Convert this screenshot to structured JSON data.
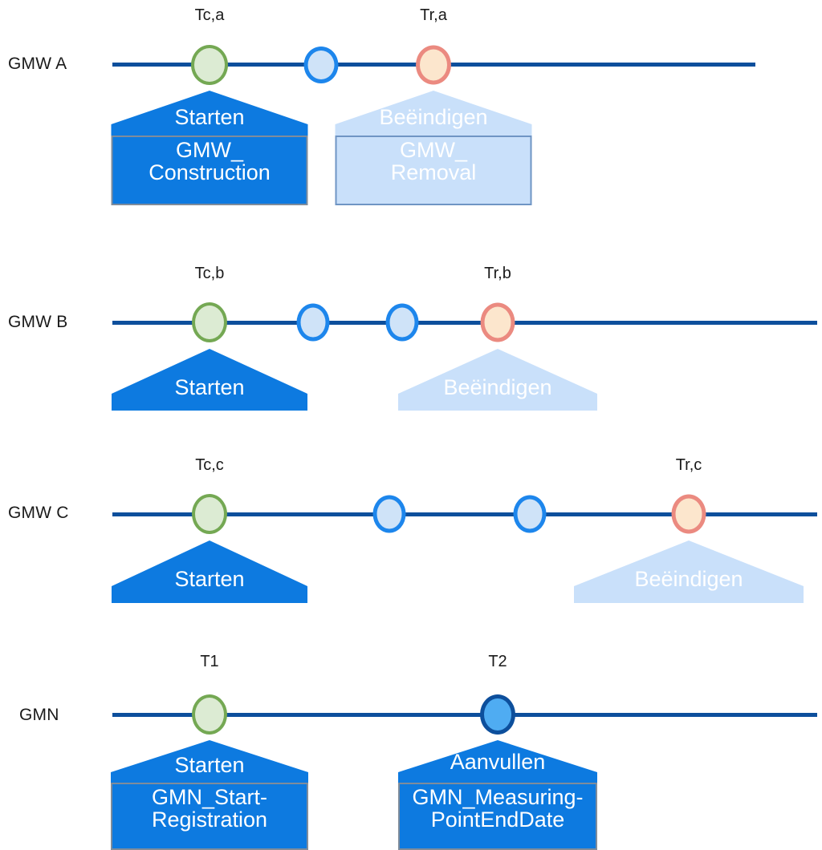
{
  "diagram": {
    "title_present": false,
    "colors": {
      "axis": "#0d4f9c",
      "solid_blue": "#0d7ae0",
      "light_blue": "#c9e0fa",
      "green_stroke": "#74a853",
      "green_fill": "#dcebd3",
      "blue_stroke": "#1d86ec",
      "blue_fill": "#cfe3f8",
      "red_stroke": "#eb8a80",
      "red_fill": "#fce6cd",
      "navy_stroke": "#0d4f9c",
      "navy_fill": "#4facf2",
      "box_border_gray": "#7f8c9b",
      "box_border_blue": "#6f95c4",
      "text_dark": "#1a1a1a",
      "text_white": "#ffffff"
    },
    "rows": [
      {
        "id": "gmw-a",
        "label": "GMW A",
        "ticks": [
          {
            "name": "tc-a",
            "text": "Tc,a"
          },
          {
            "name": "tr-a",
            "text": "Tr,a"
          }
        ],
        "markers": [
          {
            "name": "start-marker",
            "kind": "green"
          },
          {
            "name": "intermediate-marker",
            "kind": "blue"
          },
          {
            "name": "end-marker",
            "kind": "red"
          }
        ],
        "callouts": [
          {
            "name": "starten-gmw-construction",
            "style": "solid",
            "pentagon_label": "Starten",
            "box_lines": [
              "GMW_",
              "Construction"
            ]
          },
          {
            "name": "beeindigen-gmw-removal",
            "style": "light",
            "pentagon_label": "Beëindigen",
            "box_lines": [
              "GMW_",
              "Removal"
            ]
          }
        ]
      },
      {
        "id": "gmw-b",
        "label": "GMW B",
        "ticks": [
          {
            "name": "tc-b",
            "text": "Tc,b"
          },
          {
            "name": "tr-b",
            "text": "Tr,b"
          }
        ],
        "markers": [
          {
            "name": "start-marker",
            "kind": "green"
          },
          {
            "name": "intermediate-marker-1",
            "kind": "blue"
          },
          {
            "name": "intermediate-marker-2",
            "kind": "blue"
          },
          {
            "name": "end-marker",
            "kind": "red"
          }
        ],
        "callouts": [
          {
            "name": "starten",
            "style": "solid",
            "pentagon_label": "Starten",
            "box_lines": []
          },
          {
            "name": "beeindigen",
            "style": "light",
            "pentagon_label": "Beëindigen",
            "box_lines": []
          }
        ]
      },
      {
        "id": "gmw-c",
        "label": "GMW C",
        "ticks": [
          {
            "name": "tc-c",
            "text": "Tc,c"
          },
          {
            "name": "tr-c",
            "text": "Tr,c"
          }
        ],
        "markers": [
          {
            "name": "start-marker",
            "kind": "green"
          },
          {
            "name": "intermediate-marker-1",
            "kind": "blue"
          },
          {
            "name": "intermediate-marker-2",
            "kind": "blue"
          },
          {
            "name": "end-marker",
            "kind": "red"
          }
        ],
        "callouts": [
          {
            "name": "starten",
            "style": "solid",
            "pentagon_label": "Starten",
            "box_lines": []
          },
          {
            "name": "beeindigen",
            "style": "light",
            "pentagon_label": "Beëindigen",
            "box_lines": []
          }
        ]
      },
      {
        "id": "gmn",
        "label": "GMN",
        "ticks": [
          {
            "name": "t1",
            "text": "T1"
          },
          {
            "name": "t2",
            "text": "T2"
          }
        ],
        "markers": [
          {
            "name": "start-marker",
            "kind": "green"
          },
          {
            "name": "supplement-marker",
            "kind": "navy"
          }
        ],
        "callouts": [
          {
            "name": "starten-gmn-startregistration",
            "style": "solid",
            "pentagon_label": "Starten",
            "box_lines": [
              "GMN_Start-",
              "Registration"
            ]
          },
          {
            "name": "aanvullen-gmn-measuringpointenddate",
            "style": "solid",
            "pentagon_label": "Aanvullen",
            "ellipsis": "...",
            "box_lines": [
              "GMN_Measuring-",
              "PointEndDate"
            ]
          }
        ]
      }
    ]
  }
}
